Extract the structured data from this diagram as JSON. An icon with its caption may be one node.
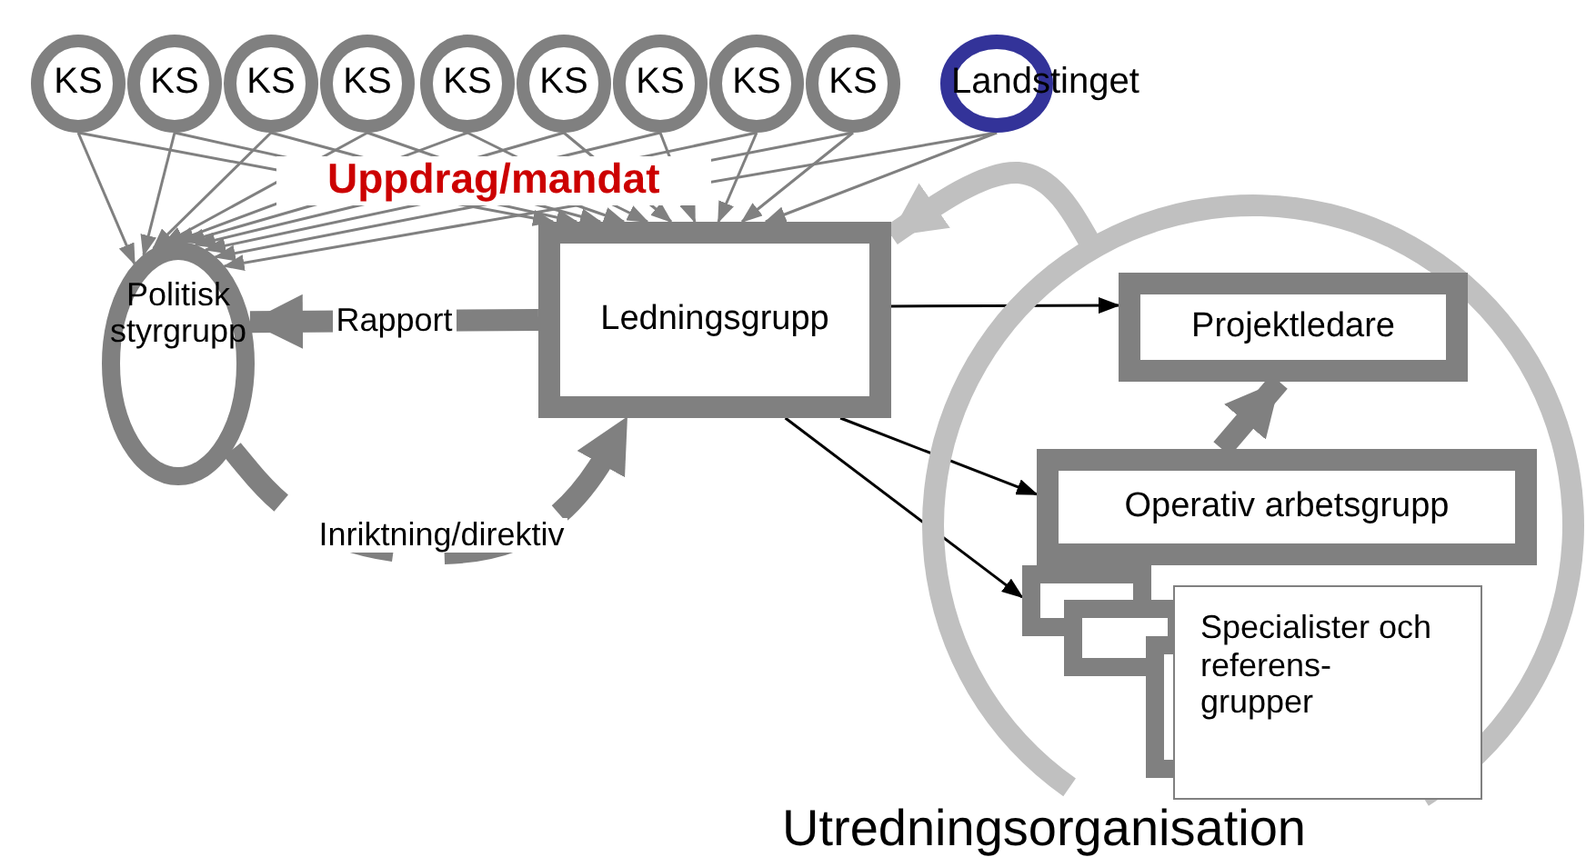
{
  "diagram": {
    "nodes": [
      {
        "text": [
          "KS"
        ]
      },
      {
        "text": [
          "KS"
        ]
      },
      {
        "text": [
          "KS"
        ]
      },
      {
        "text": [
          "KS"
        ]
      },
      {
        "text": [
          "KS"
        ]
      },
      {
        "text": [
          "KS"
        ]
      },
      {
        "text": [
          "KS"
        ]
      },
      {
        "text": [
          "KS"
        ]
      },
      {
        "text": [
          "KS"
        ]
      },
      {
        "text": [
          "Landstinget"
        ]
      },
      {
        "text": [
          "Politisk styrgrupp"
        ]
      },
      {
        "text": [
          "Ledningsgrupp"
        ]
      },
      {
        "text": [
          "Utredningsorganisation"
        ]
      },
      {
        "text": [
          "Projektledare"
        ],
        "in": 12
      },
      {
        "text": [
          "Operativ arbetsgrupp"
        ],
        "in": 12
      },
      {
        "text": [],
        "shape": "box",
        "in": 12
      },
      {
        "text": [
          "Specialister och referens- grupper"
        ],
        "in": 12
      }
    ],
    "edges": [
      {
        "from": 0,
        "to": 10,
        "arrow": "to"
      },
      {
        "from": 0,
        "to": 11,
        "arrow": "to"
      },
      {
        "from": 1,
        "to": 10,
        "arrow": "to"
      },
      {
        "from": 1,
        "to": 11,
        "arrow": "to"
      },
      {
        "from": 2,
        "to": 10,
        "arrow": "to"
      },
      {
        "from": 2,
        "to": 11,
        "arrow": "to"
      },
      {
        "from": 3,
        "to": 10,
        "arrow": "to"
      },
      {
        "from": 3,
        "to": 11,
        "arrow": "to"
      },
      {
        "from": 4,
        "to": 10,
        "arrow": "to"
      },
      {
        "from": 4,
        "to": 11,
        "arrow": "to"
      },
      {
        "from": 5,
        "to": 10,
        "arrow": "to"
      },
      {
        "from": 5,
        "to": 11,
        "arrow": "to"
      },
      {
        "from": 6,
        "to": 10,
        "arrow": "to"
      },
      {
        "from": 6,
        "to": 11,
        "arrow": "to"
      },
      {
        "from": 7,
        "to": 10,
        "arrow": "to"
      },
      {
        "from": 7,
        "to": 11,
        "arrow": "to"
      },
      {
        "from": 8,
        "to": 10,
        "arrow": "to"
      },
      {
        "from": 8,
        "to": 11,
        "arrow": "to"
      },
      {
        "from": 9,
        "to": 10,
        "arrow": "to"
      },
      {
        "from": 9,
        "to": 11,
        "arrow": "to"
      },
      {
        "from": 11,
        "to": 10,
        "arrow": "to",
        "label": "Rapport",
        "style": "thick"
      },
      {
        "from": 10,
        "to": 11,
        "arrow": "to",
        "label": "Inriktning/direktiv",
        "style": "dashed"
      },
      {
        "from": 11,
        "to": 13,
        "arrow": "to",
        "color": "#000000"
      },
      {
        "from": 11,
        "to": 14,
        "arrow": "to",
        "color": "#000000"
      },
      {
        "from": 11,
        "to": 15,
        "arrow": "to",
        "color": "#000000"
      },
      {
        "from": 14,
        "to": 13,
        "arrow": "to",
        "style": "thick"
      },
      {
        "from": 12,
        "to": 11,
        "arrow": "to",
        "style": "thick",
        "color": "#c0c0c0"
      }
    ],
    "labels": [
      "Uppdrag/mandat"
    ]
  }
}
